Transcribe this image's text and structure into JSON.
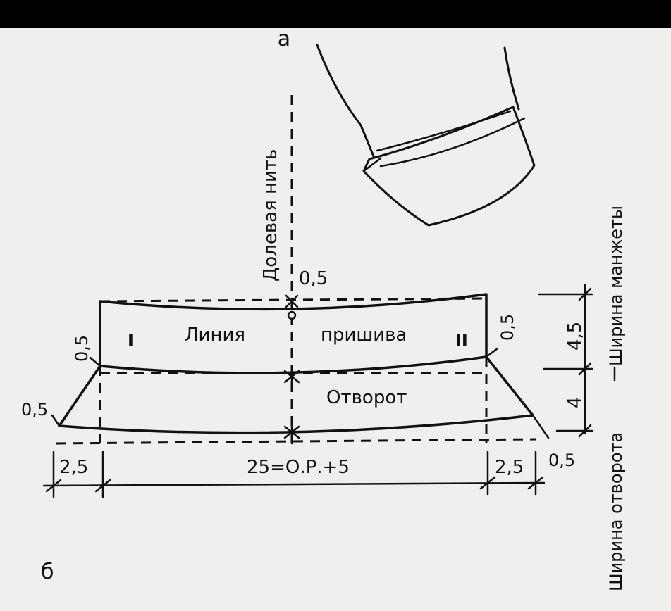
{
  "labels": {
    "part_a": "а",
    "part_b": "б",
    "grain_line": "Долевая нить",
    "sew_line_left": "Линия",
    "sew_line_right": "пришива",
    "lapel": "Отворот",
    "mark_I": "I",
    "mark_II": "II",
    "cuff_width": "Ширина манжеты",
    "lapel_width": "Ширина отворота"
  },
  "dimensions": {
    "top_offset": "0,5",
    "left_upper_offset": "0,5",
    "right_upper_offset": "0,5",
    "left_lower_offset": "0,5",
    "right_lower_offset": "0,5",
    "left_extension": "2,5",
    "right_extension": "2,5",
    "main_length": "25=О.Р.+5",
    "cuff_height": "4,5",
    "lapel_height": "4"
  },
  "colors": {
    "ink": "#111111",
    "paper": "#efefed",
    "bar": "#000000"
  }
}
